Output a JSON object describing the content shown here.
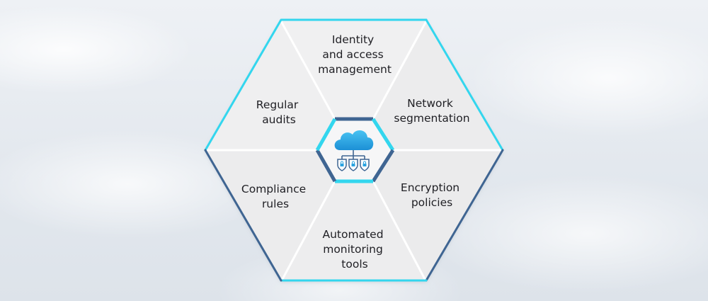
{
  "diagram": {
    "segments": [
      {
        "id": "top",
        "lines": [
          "Identity",
          "and access",
          "management"
        ]
      },
      {
        "id": "upper-right",
        "lines": [
          "Network",
          "segmentation"
        ]
      },
      {
        "id": "lower-right",
        "lines": [
          "Encryption",
          "policies"
        ]
      },
      {
        "id": "bottom",
        "lines": [
          "Automated",
          "monitoring",
          "tools"
        ]
      },
      {
        "id": "lower-left",
        "lines": [
          "Compliance",
          "rules"
        ]
      },
      {
        "id": "upper-left",
        "lines": [
          "Regular",
          "audits"
        ]
      }
    ],
    "center_icon": "cloud-security-icon",
    "colors": {
      "accent_cyan": "#33d6ee",
      "accent_navy": "#3f6592",
      "segment_fill": "#eeeeef",
      "icon_blue": "#2aa3e0"
    }
  }
}
